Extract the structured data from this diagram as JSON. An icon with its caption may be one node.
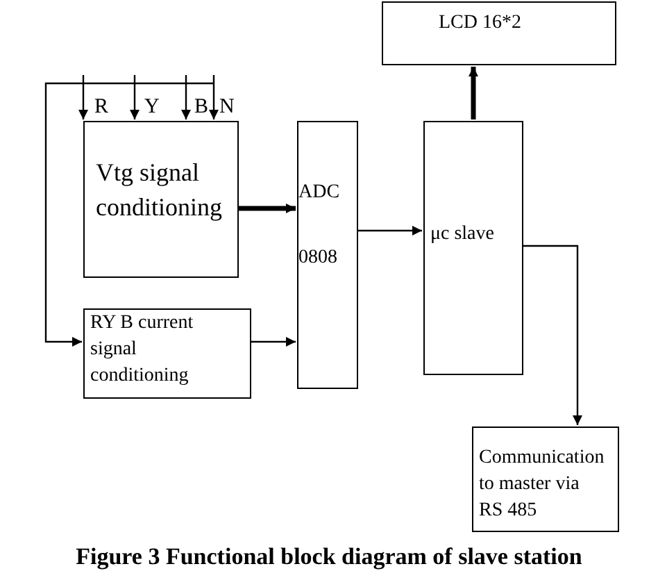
{
  "diagram": {
    "caption": "Figure 3 Functional block diagram of slave station",
    "nodes": [
      {
        "text": [
          "Vtg signal conditioning"
        ]
      },
      {
        "text": [
          "RY B current signal conditioning"
        ]
      },
      {
        "text": [
          "ADC",
          "0808"
        ]
      },
      {
        "text": [
          "μc slave"
        ]
      },
      {
        "text": [
          "LCD 16*2"
        ]
      },
      {
        "text": [
          "Communication to master via RS 485"
        ]
      }
    ],
    "edges": [
      {
        "from": null,
        "to": 0,
        "arrow": "to"
      },
      {
        "from": null,
        "to": 0,
        "arrow": "to"
      },
      {
        "from": null,
        "to": 0,
        "arrow": "to"
      },
      {
        "from": null,
        "to": 0,
        "arrow": "to"
      },
      {
        "from": null,
        "to": 1,
        "arrow": "to"
      },
      {
        "from": 0,
        "to": 2,
        "arrow": "to",
        "style": "thick"
      },
      {
        "from": 1,
        "to": 2,
        "arrow": "to"
      },
      {
        "from": 2,
        "to": 3,
        "arrow": "to"
      },
      {
        "from": 3,
        "to": 4,
        "arrow": "to",
        "style": "thick"
      },
      {
        "from": 3,
        "to": 5,
        "arrow": "to"
      }
    ],
    "labels": [
      "R",
      "Y",
      "B",
      "N"
    ]
  }
}
